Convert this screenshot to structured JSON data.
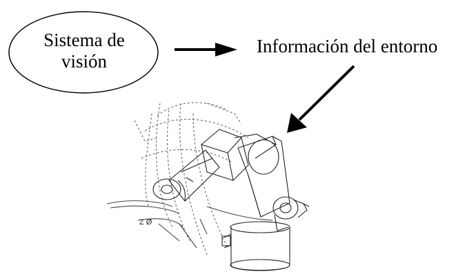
{
  "nodes": {
    "vision_system": {
      "line1": "Sistema de",
      "line2": "visión"
    },
    "environment_info": {
      "label": "Información del entorno"
    }
  },
  "robot": {
    "marking_left": "Z Ø"
  },
  "colors": {
    "ink": "#000000",
    "sketch": "#555555",
    "background": "#ffffff"
  }
}
